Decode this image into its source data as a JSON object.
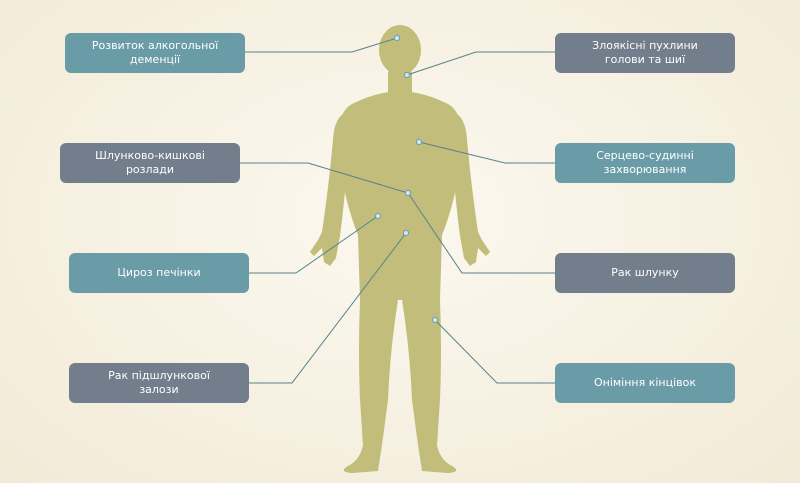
{
  "colors": {
    "background": "#f6f0e1",
    "silhouette": "#c2bd7b",
    "teal_label": "#6a9ca8",
    "slate_label": "#737e8c",
    "connector": "#55838d"
  },
  "labels": {
    "alcohol_dementia": "Розвиток алкогольної\nдеменції",
    "head_neck_tumors": "Злоякісні пухлини\nголови та шиї",
    "gastrointestinal": "Шлунково-кишкові\nрозлади",
    "cardiovascular": "Серцево-судинні\nзахворювання",
    "liver_cirrhosis": "Цироз печінки",
    "stomach_cancer": "Рак шлунку",
    "pancreatic_cancer": "Рак підшлункової\nзалози",
    "limb_numbness": "Оніміння кінцівок"
  }
}
